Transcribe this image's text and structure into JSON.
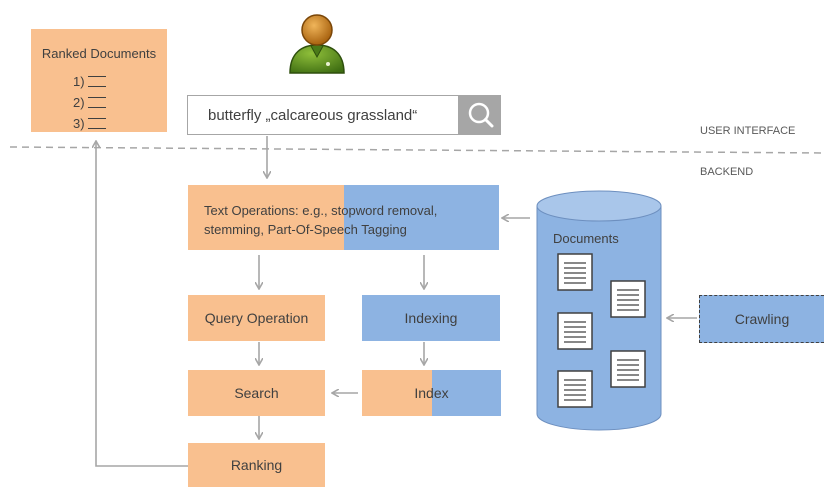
{
  "ui": {
    "ranked_docs": {
      "title": "Ranked Documents",
      "items": [
        "1)",
        "2)",
        "3)"
      ]
    },
    "search": {
      "query": "butterfly „calcareous grassland“"
    },
    "sections": {
      "frontend": "USER INTERFACE",
      "backend": "BACKEND"
    },
    "text_operations": "Text Operations: e.g., stopword removal, stemming, Part-Of-Speech Tagging",
    "query_operation": "Query Operation",
    "search_box": "Search",
    "ranking": "Ranking",
    "indexing": "Indexing",
    "index": "Index",
    "documents": "Documents",
    "crawling": "Crawling"
  },
  "colors": {
    "orange": "#f9c08f",
    "blue": "#8db3e2",
    "arrow": "#a6a6a6",
    "text": "#404040"
  },
  "icons": [
    "user-icon",
    "search-icon",
    "document-icon",
    "list-icon"
  ]
}
